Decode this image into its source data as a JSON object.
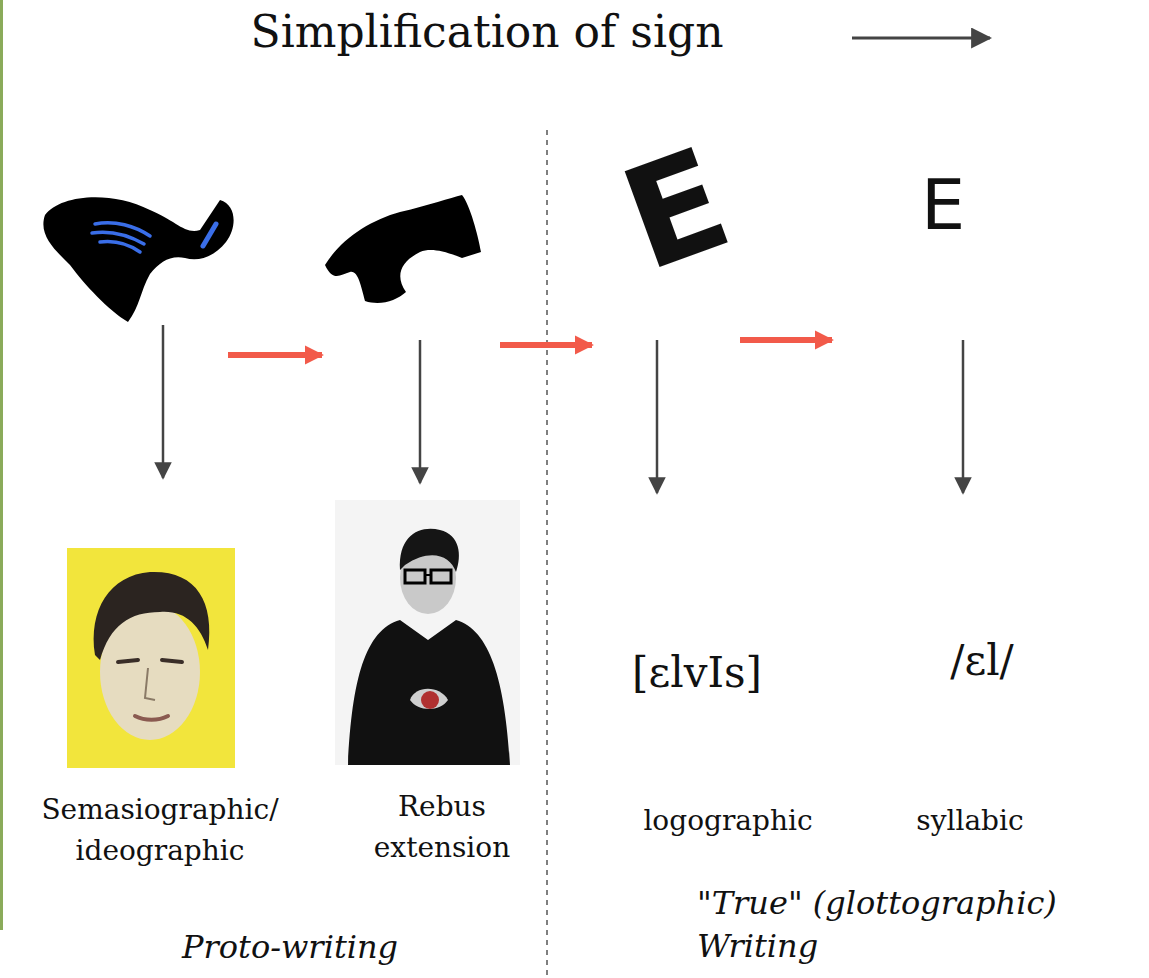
{
  "diagram": {
    "title": "Simplification of sign",
    "labels": [
      "E",
      "E",
      "[ɛlvIs]",
      "/ɛl/",
      "Semasiographic/ ideographic",
      "Rebus extension",
      "logographic",
      "syllabic",
      "Proto-writing",
      "\"True\" (glottographic) Writing"
    ]
  }
}
